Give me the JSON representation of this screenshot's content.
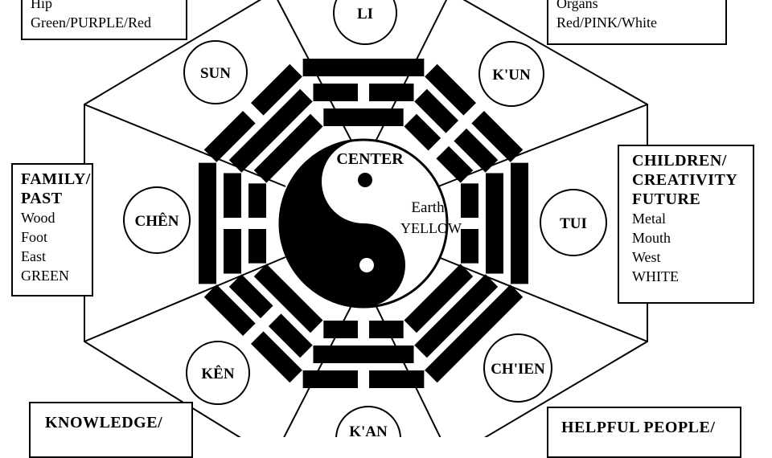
{
  "trigrams": {
    "li": "LI",
    "kun": "K'UN",
    "tui": "TUI",
    "chien": "CH'IEN",
    "kan": "K'AN",
    "ken": "KÊN",
    "chen": "CHÊN",
    "sun": "SUN"
  },
  "center": {
    "label": "CENTER",
    "line1": "Earth",
    "line2": "YELLOW"
  },
  "boxes": {
    "top_left": {
      "line1": "Hip",
      "line2": "Green/PURPLE/Red"
    },
    "top_right": {
      "line1": "Organs",
      "line2": "Red/PINK/White"
    },
    "left": {
      "heading1": "FAMILY/",
      "heading2": "PAST",
      "items": [
        "Wood",
        "Foot",
        "East",
        "GREEN"
      ]
    },
    "right": {
      "heading1": "CHILDREN/",
      "heading2": "CREATIVITY",
      "heading3": "FUTURE",
      "items": [
        "Metal",
        "Mouth",
        "West",
        "WHITE"
      ]
    },
    "bottom_left": {
      "heading": "KNOWLEDGE/"
    },
    "bottom_right": {
      "heading": "HELPFUL PEOPLE/"
    }
  },
  "colors": {
    "ink": "#000000",
    "paper": "#ffffff"
  }
}
